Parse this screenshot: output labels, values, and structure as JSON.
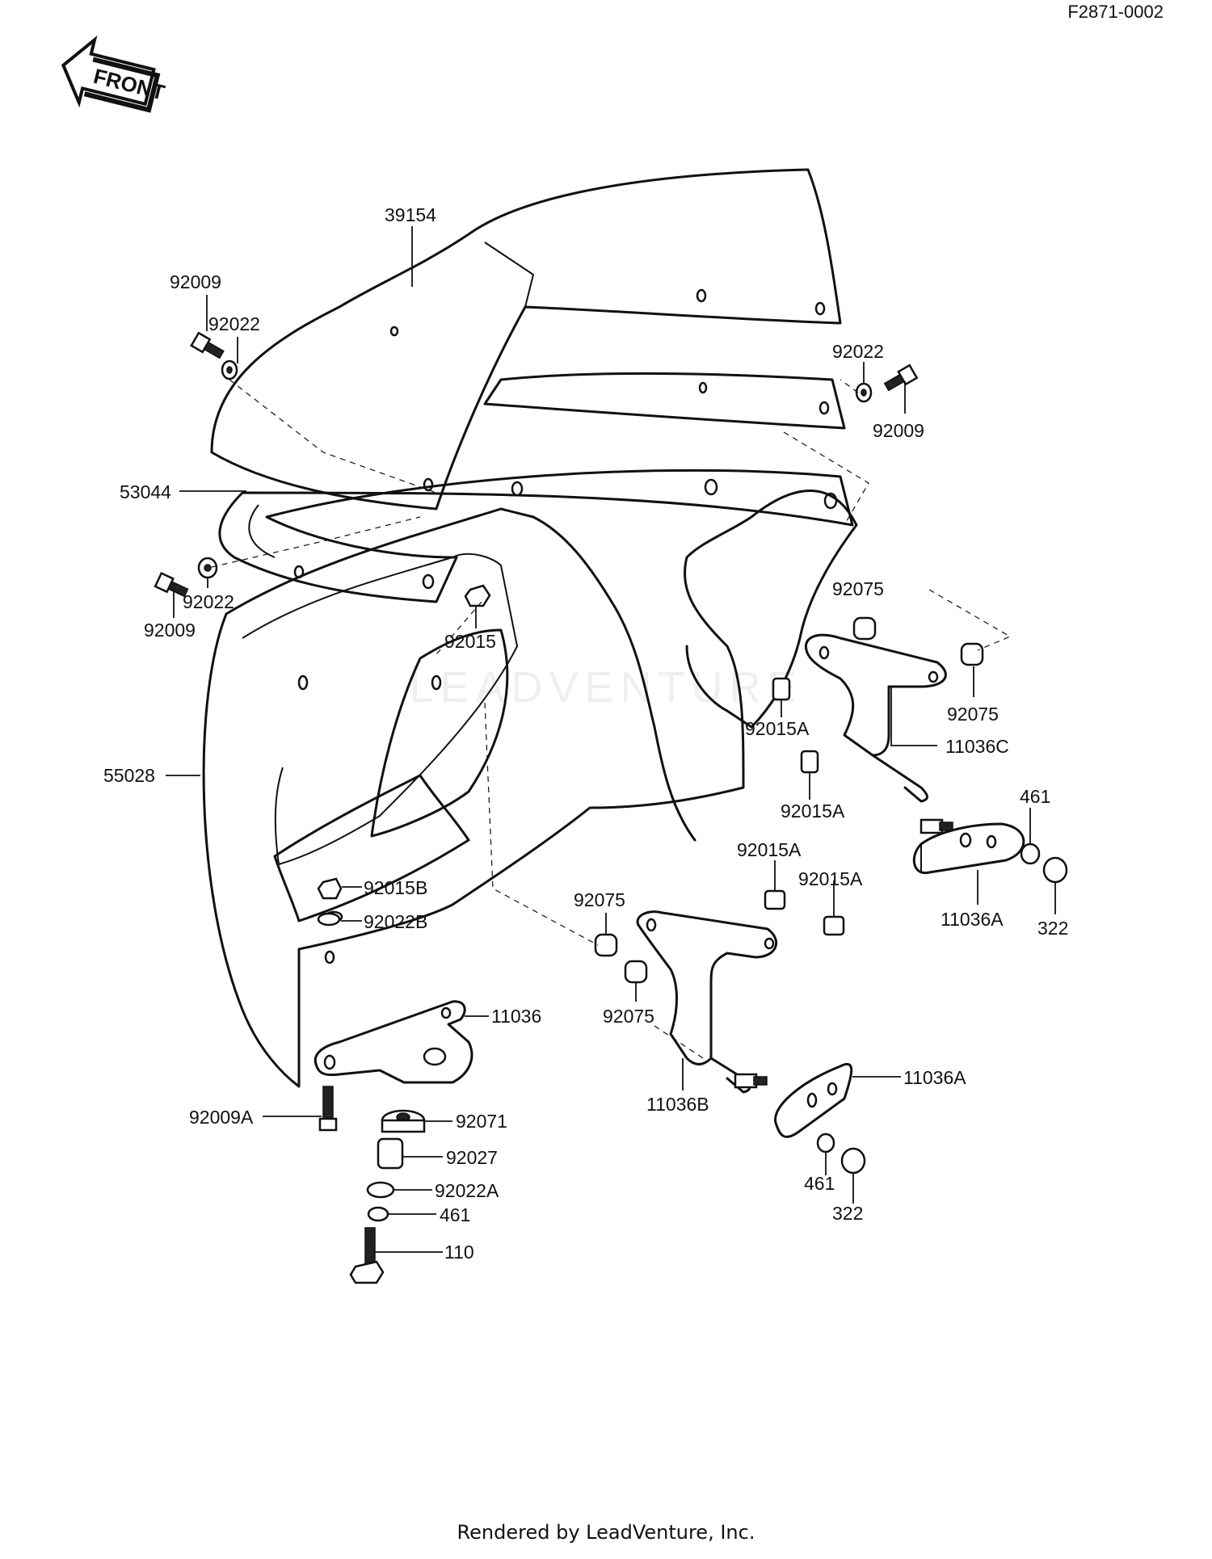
{
  "diagram_code": "F2871-0002",
  "front_badge": "FRONT",
  "footer_text": "Rendered by LeadVenture, Inc.",
  "watermark_text": "LEADVENTURE",
  "labels": {
    "p39154": "39154",
    "p92009_a": "92009",
    "p92022_a": "92022",
    "p92022_b": "92022",
    "p92009_b": "92009",
    "p53044": "53044",
    "p92022_c": "92022",
    "p92009_c": "92009",
    "p92015": "92015",
    "p92075_a": "92075",
    "p92075_b": "92075",
    "p92015A_a": "92015A",
    "p11036C": "11036C",
    "p92015A_b": "92015A",
    "p461_a": "461",
    "p55028": "55028",
    "p92015A_c": "92015A",
    "p92015A_d": "92015A",
    "p92015B": "92015B",
    "p92022B": "92022B",
    "p92075_c": "92075",
    "p11036A_a": "11036A",
    "p322_a": "322",
    "p92075_d": "92075",
    "p11036": "11036",
    "p11036B": "11036B",
    "p11036A_b": "11036A",
    "p92009A": "92009A",
    "p92071": "92071",
    "p92027": "92027",
    "p92022A": "92022A",
    "p461_b": "461",
    "p110": "110",
    "p461_c": "461",
    "p322_b": "322"
  }
}
